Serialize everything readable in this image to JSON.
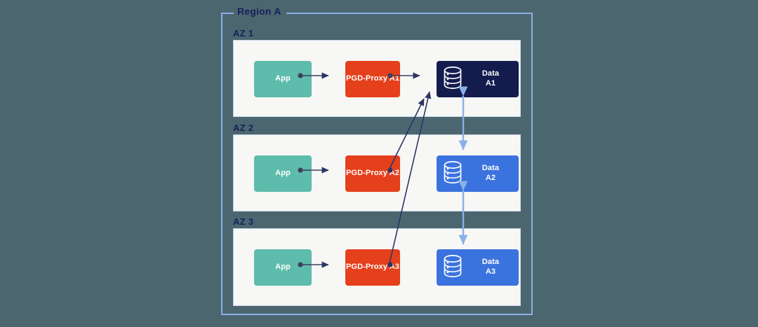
{
  "diagram": {
    "title": "Region A",
    "background_color": "#4c6670",
    "region": {
      "label": "Region A",
      "border_color": "#8ab0e8",
      "label_color": "#16205c"
    },
    "zones": [
      {
        "label": "AZ 1",
        "app": {
          "label": "App",
          "color": "#5dbcac"
        },
        "proxy": {
          "label": "PGD-Proxy A1",
          "color": "#e5401c"
        },
        "data": {
          "label_line1": "Data",
          "label_line2": "A1",
          "color": "#141c4e",
          "role": "leader",
          "icon": "database-icon"
        }
      },
      {
        "label": "AZ 2",
        "app": {
          "label": "App",
          "color": "#5dbcac"
        },
        "proxy": {
          "label": "PGD-Proxy A2",
          "color": "#e5401c"
        },
        "data": {
          "label_line1": "Data",
          "label_line2": "A2",
          "color": "#3b73de",
          "role": "replica",
          "icon": "database-icon"
        }
      },
      {
        "label": "AZ 3",
        "app": {
          "label": "App",
          "color": "#5dbcac"
        },
        "proxy": {
          "label": "PGD-Proxy A3",
          "color": "#e5401c"
        },
        "data": {
          "label_line1": "Data",
          "label_line2": "A3",
          "color": "#3b73de",
          "role": "replica",
          "icon": "database-icon"
        }
      }
    ],
    "connectors": {
      "app_to_proxy_color": "#3f3f5a",
      "proxy_to_data_color": "#3f3f5a",
      "routing_color": "#2b3566",
      "replication_color": "#8ab0e8"
    }
  }
}
